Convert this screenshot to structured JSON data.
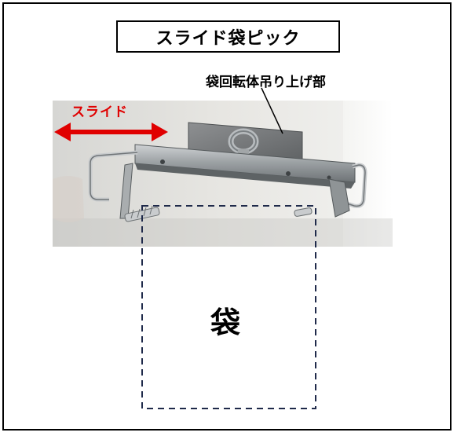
{
  "title": "スライド袋ピック",
  "callout_label": "袋回転体吊り上げ部",
  "slide_label": "スライド",
  "bag_label": "袋",
  "colors": {
    "frame": "#000000",
    "slide_arrow": "#e00000",
    "bag_outline": "#1f2a4a"
  },
  "icons": {
    "slide_arrow": "double-headed-arrow-icon"
  }
}
